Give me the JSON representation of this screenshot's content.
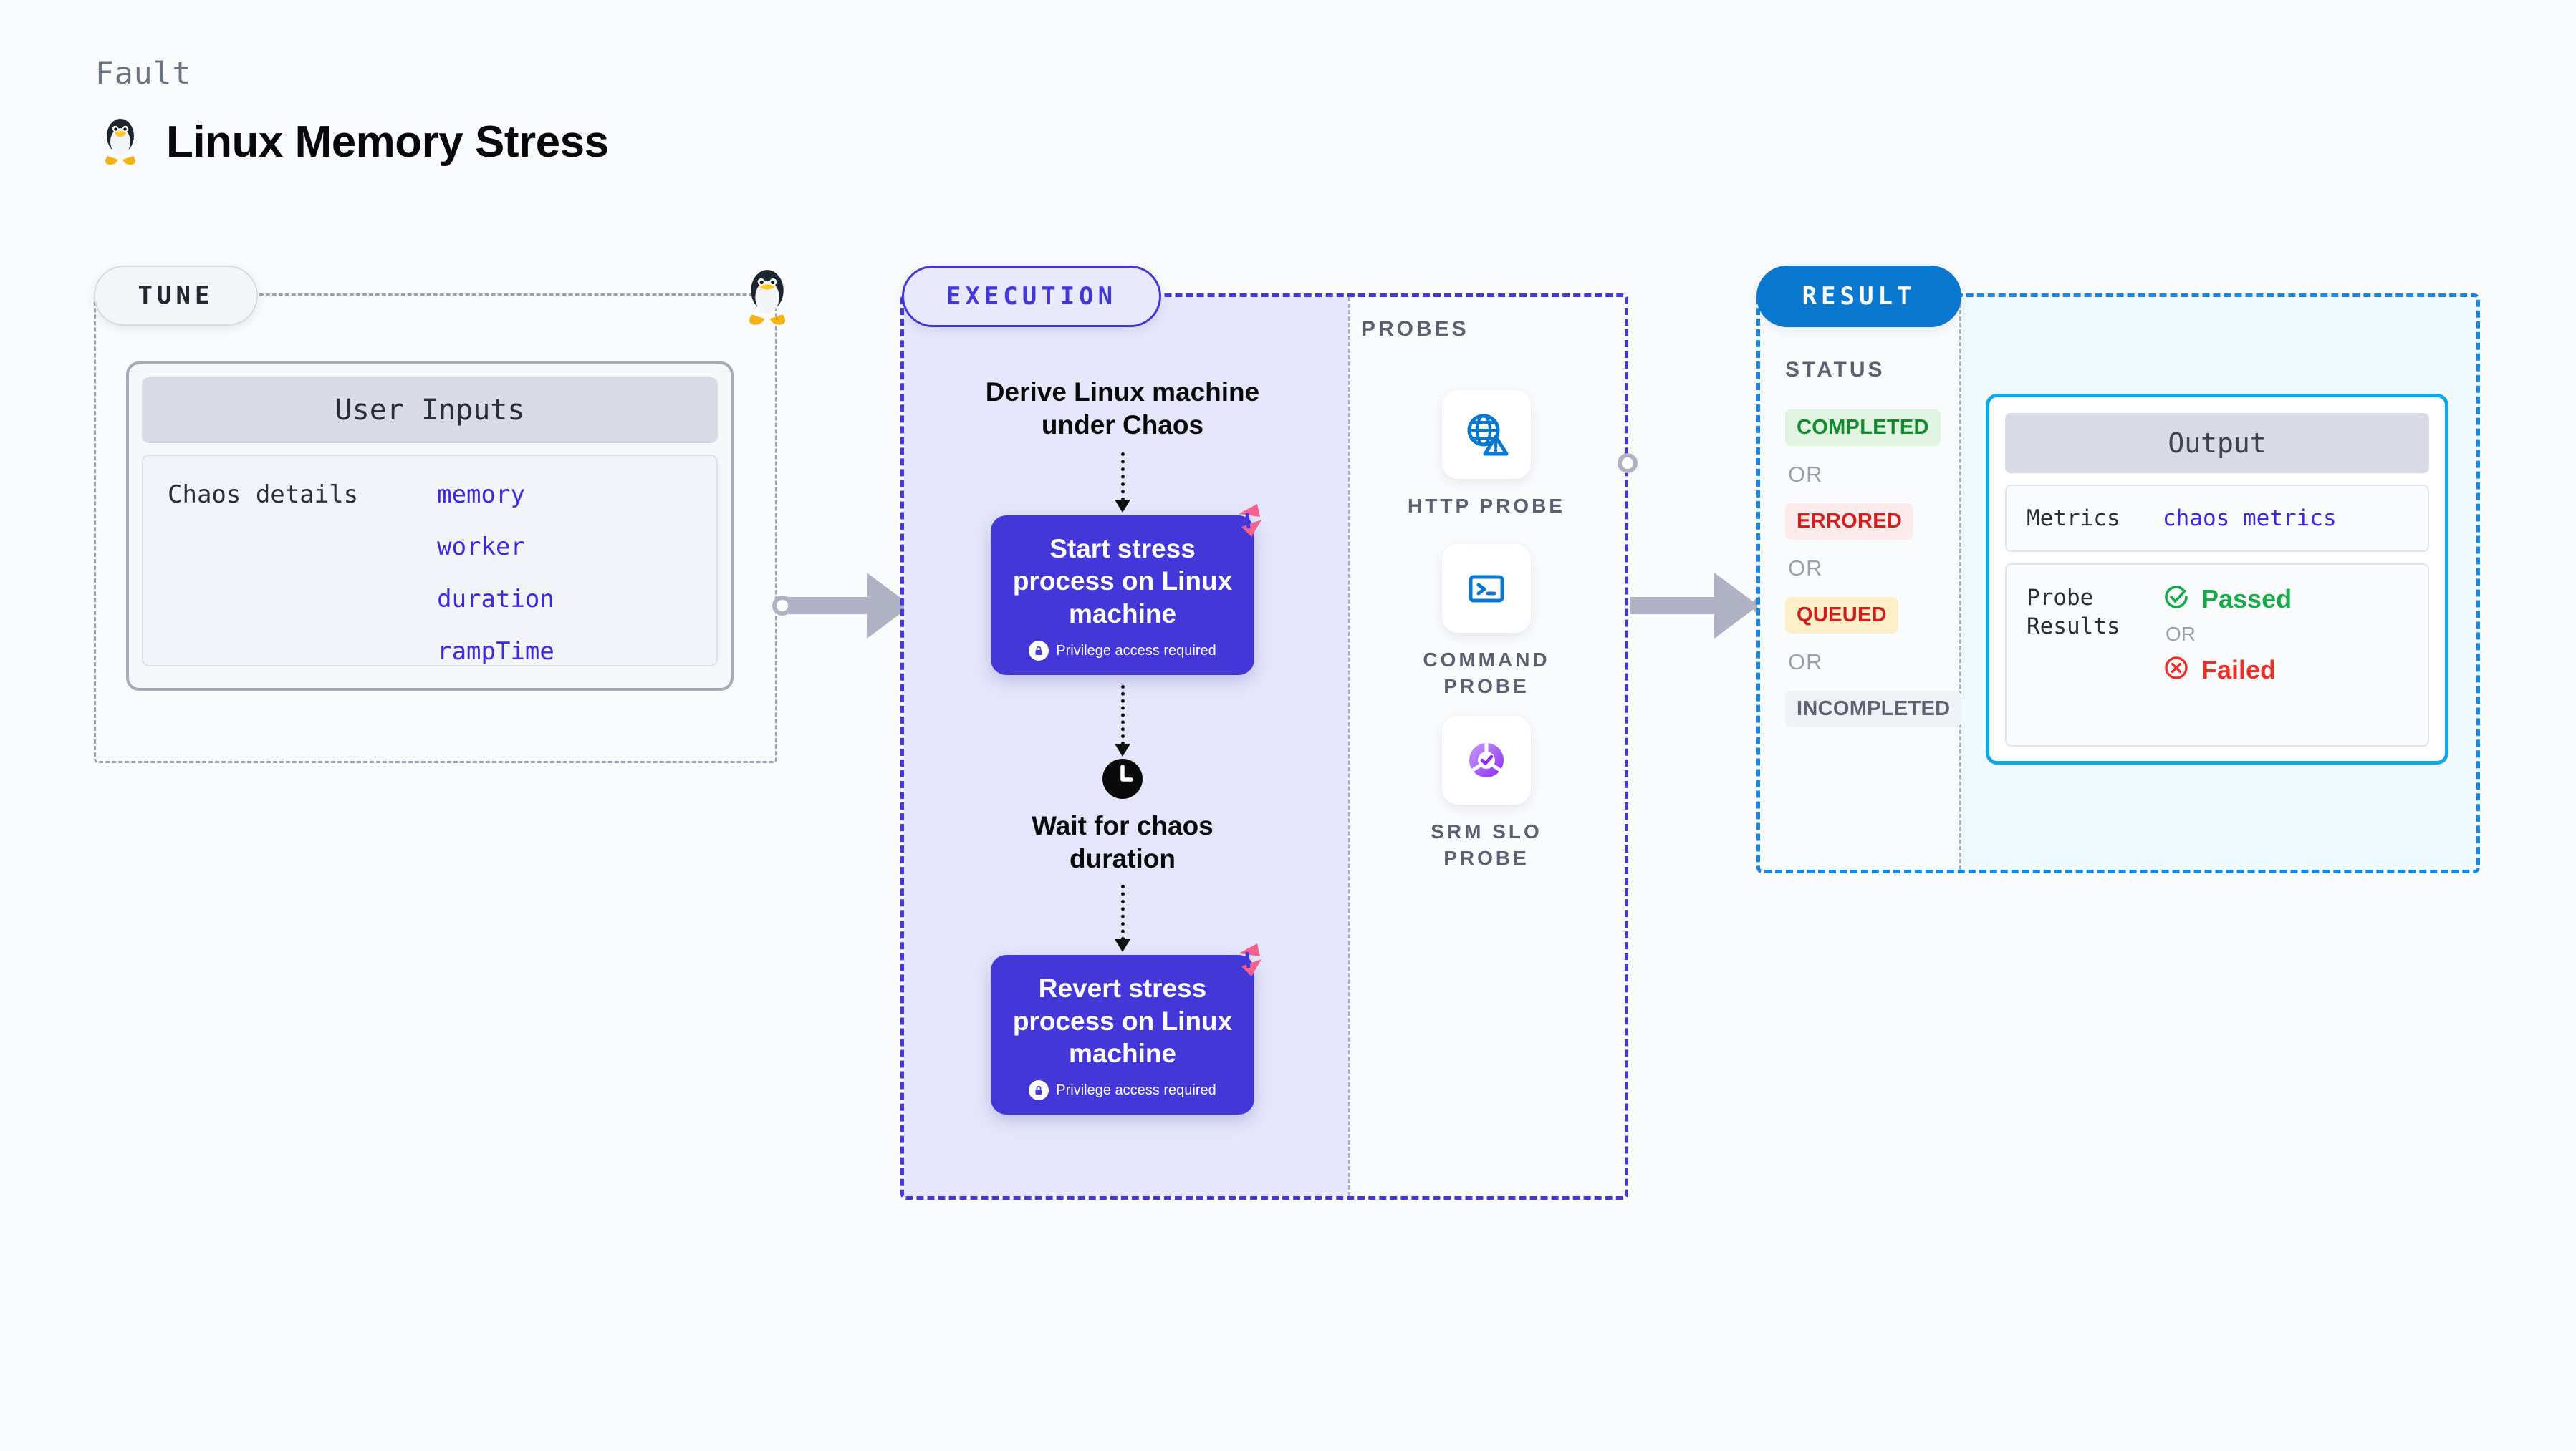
{
  "header": {
    "eyebrow": "Fault",
    "title": "Linux Memory Stress",
    "icon": "tux-penguin-icon"
  },
  "tune": {
    "badge": "TUNE",
    "card_title": "User Inputs",
    "detail_label": "Chaos details",
    "inputs": [
      "memory",
      "worker",
      "duration",
      "rampTime"
    ],
    "corner_icon": "tux-penguin-icon"
  },
  "execution": {
    "badge": "EXECUTION",
    "steps": [
      {
        "kind": "text",
        "label": "Derive Linux machine\nunder Chaos"
      },
      {
        "kind": "card",
        "label": "Start stress\nprocess on Linux\nmachine",
        "note": "Privilege access required",
        "note_icon": "lock-icon",
        "corner_icon": "harness-logo-icon"
      },
      {
        "kind": "clock",
        "label": "Wait for chaos\nduration",
        "icon": "clock-icon"
      },
      {
        "kind": "card",
        "label": "Revert stress\nprocess on Linux\nmachine",
        "note": "Privilege access required",
        "note_icon": "lock-icon",
        "corner_icon": "harness-logo-icon"
      }
    ]
  },
  "probes": {
    "title": "PROBES",
    "items": [
      {
        "label": "HTTP PROBE",
        "icon": "globe-warning-icon"
      },
      {
        "label": "COMMAND PROBE",
        "icon": "terminal-icon"
      },
      {
        "label": "SRM SLO PROBE",
        "icon": "slo-donut-check-icon"
      }
    ]
  },
  "result": {
    "badge": "RESULT",
    "status_title": "STATUS",
    "or_text": "OR",
    "statuses": [
      {
        "label": "COMPLETED",
        "bg": "#dff5e1",
        "fg": "#128a2d"
      },
      {
        "label": "ERRORED",
        "bg": "#fdeaea",
        "fg": "#cf2020"
      },
      {
        "label": "QUEUED",
        "bg": "#fdf0c8",
        "fg": "#cf2020"
      },
      {
        "label": "INCOMPLETED",
        "bg": "#f1f2f7",
        "fg": "#5b6170"
      }
    ],
    "output": {
      "title": "Output",
      "metrics_key": "Metrics",
      "metrics_value": "chaos metrics",
      "probe_key": "Probe\nResults",
      "passed": "Passed",
      "failed": "Failed",
      "or_text": "OR",
      "passed_icon": "check-circle-icon",
      "failed_icon": "x-circle-icon"
    }
  },
  "colors": {
    "page_bg": "#fafbfd",
    "execution_accent": "#4437d8",
    "result_accent": "#0b78d0",
    "output_accent": "#12a6e8",
    "mono_value": "#3b2ae0",
    "connector": "#aeb2c4"
  }
}
